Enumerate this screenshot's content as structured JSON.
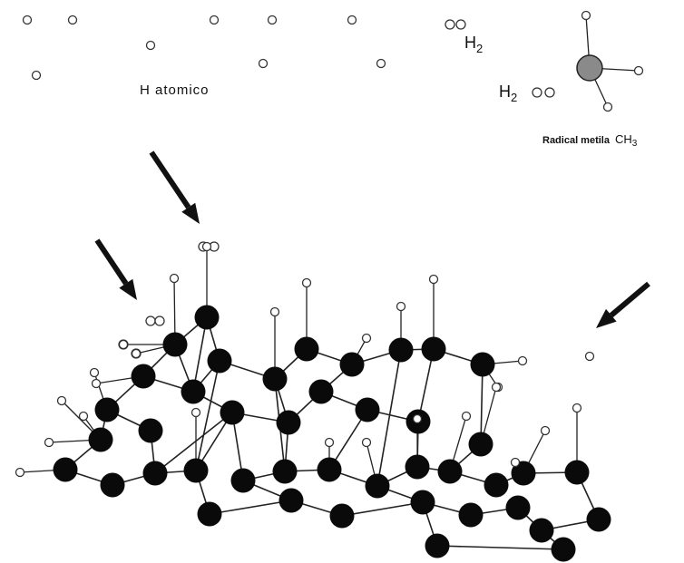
{
  "labels": {
    "atomic_h": "H atomico",
    "h2_a": {
      "main": "H",
      "sub": "2"
    },
    "h2_b": {
      "main": "H",
      "sub": "2"
    },
    "methyl": {
      "name": "Radical metila",
      "formula": "CH",
      "sub": "3"
    }
  },
  "colors": {
    "carbon": "#0a0a0a",
    "hydrogen_fill": "#ffffff",
    "hydrogen_stroke": "#333333",
    "bond": "#222222",
    "arrow": "#111111",
    "methyl_center": "#8a8a8a"
  }
}
